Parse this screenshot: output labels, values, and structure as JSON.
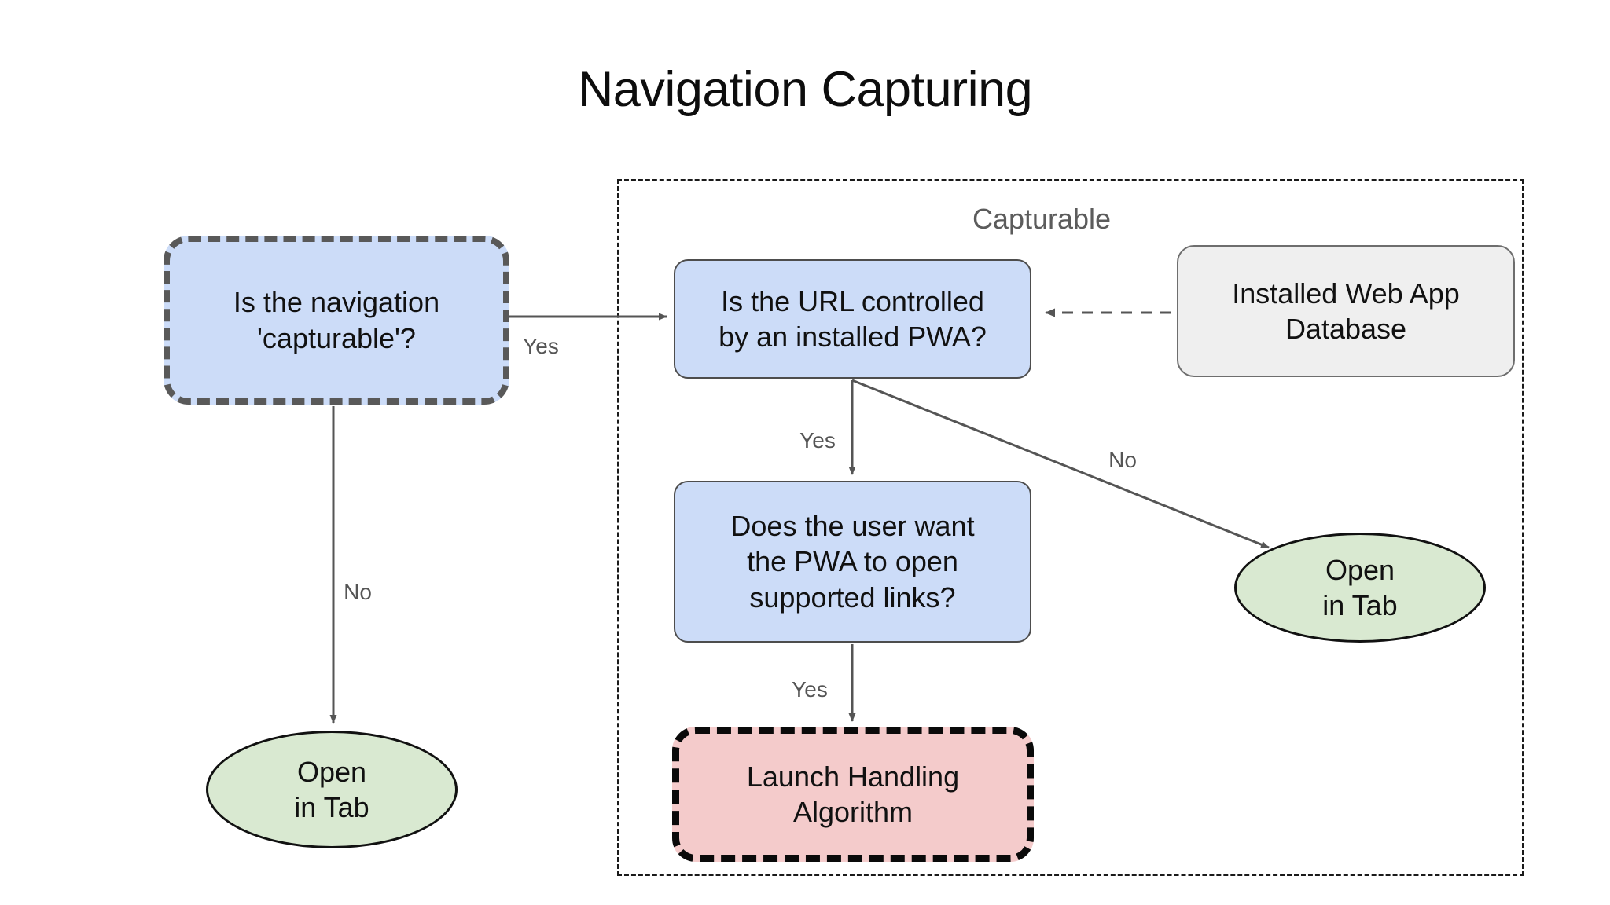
{
  "diagram": {
    "title": "Navigation Capturing",
    "group": {
      "label": "Capturable"
    },
    "nodes": [
      {
        "id": "capturable-question",
        "label": "Is the navigation\n'capturable'?",
        "shape": "rounded-rect",
        "style": "dashed",
        "fill": "#ccdcf8",
        "stroke": "#595959"
      },
      {
        "id": "url-controlled-question",
        "label": "Is the URL controlled\nby an installed PWA?",
        "shape": "rounded-rect",
        "style": "solid",
        "fill": "#ccdcf8",
        "stroke": "#4d4d4d"
      },
      {
        "id": "installed-web-app-database",
        "label": "Installed Web App\nDatabase",
        "shape": "rounded-rect",
        "style": "solid",
        "fill": "#efefef",
        "stroke": "#6e6e6e"
      },
      {
        "id": "user-wants-pwa-question",
        "label": "Does the user want\nthe PWA to open\nsupported links?",
        "shape": "rounded-rect",
        "style": "solid",
        "fill": "#ccdcf8",
        "stroke": "#4d4d4d"
      },
      {
        "id": "launch-handling-algorithm",
        "label": "Launch Handling\nAlgorithm",
        "shape": "rounded-rect",
        "style": "dashed",
        "fill": "#f4cbcb",
        "stroke": "#0a0a0a"
      },
      {
        "id": "open-in-tab-left",
        "label": "Open\nin Tab",
        "shape": "ellipse",
        "style": "solid",
        "fill": "#d9e9d1",
        "stroke": "#111111"
      },
      {
        "id": "open-in-tab-right",
        "label": "Open\nin Tab",
        "shape": "ellipse",
        "style": "solid",
        "fill": "#d9e9d1",
        "stroke": "#111111"
      }
    ],
    "edges": [
      {
        "id": "capturable-yes",
        "from": "capturable-question",
        "to": "url-controlled-question",
        "label": "Yes",
        "style": "solid"
      },
      {
        "id": "capturable-no",
        "from": "capturable-question",
        "to": "open-in-tab-left",
        "label": "No",
        "style": "solid"
      },
      {
        "id": "url-yes",
        "from": "url-controlled-question",
        "to": "user-wants-pwa-question",
        "label": "Yes",
        "style": "solid"
      },
      {
        "id": "url-no",
        "from": "url-controlled-question",
        "to": "open-in-tab-right",
        "label": "No",
        "style": "solid"
      },
      {
        "id": "user-yes",
        "from": "user-wants-pwa-question",
        "to": "launch-handling-algorithm",
        "label": "Yes",
        "style": "solid"
      },
      {
        "id": "database-lookup",
        "from": "installed-web-app-database",
        "to": "url-controlled-question",
        "label": "",
        "style": "dashed"
      }
    ],
    "colors": {
      "blue_fill": "#ccdcf8",
      "green_fill": "#d9e9d1",
      "pink_fill": "#f4cbcb",
      "gray_fill": "#efefef",
      "edge_stroke": "#555555",
      "label_text": "#555555",
      "group_label_text": "#5c5c5c"
    }
  }
}
